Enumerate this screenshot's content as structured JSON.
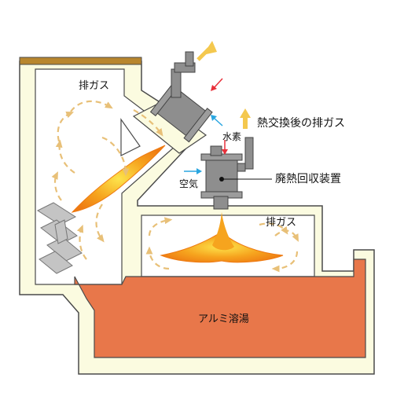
{
  "labels": {
    "exhaust_gas_left": "排ガス",
    "exhaust_after_exchange": "熱交換後の排ガス",
    "hydrogen": "水素",
    "air": "空気",
    "waste_heat_recovery": "廃熱回収装置",
    "exhaust_gas_right": "排ガス",
    "molten_aluminum": "アルミ溶湯"
  },
  "colors": {
    "wall_fill": "#fbfbe0",
    "wall_stroke": "#4a4a4a",
    "lid": "#b8862e",
    "molten": "#e8774a",
    "flame_outer": "#f29a1c",
    "flame_inner": "#fde44c",
    "arrow": "#e8c078",
    "ingot": "#c4c4c4",
    "device": "#8e8e8e",
    "hydrogen_arrow": "#e8303a",
    "air_arrow": "#2aa6e0",
    "exhaust_arrow": "#f4c84e"
  },
  "icons": {
    "device_main": "heat-exchanger-icon",
    "ingots": "aluminum-ingot-icon"
  }
}
